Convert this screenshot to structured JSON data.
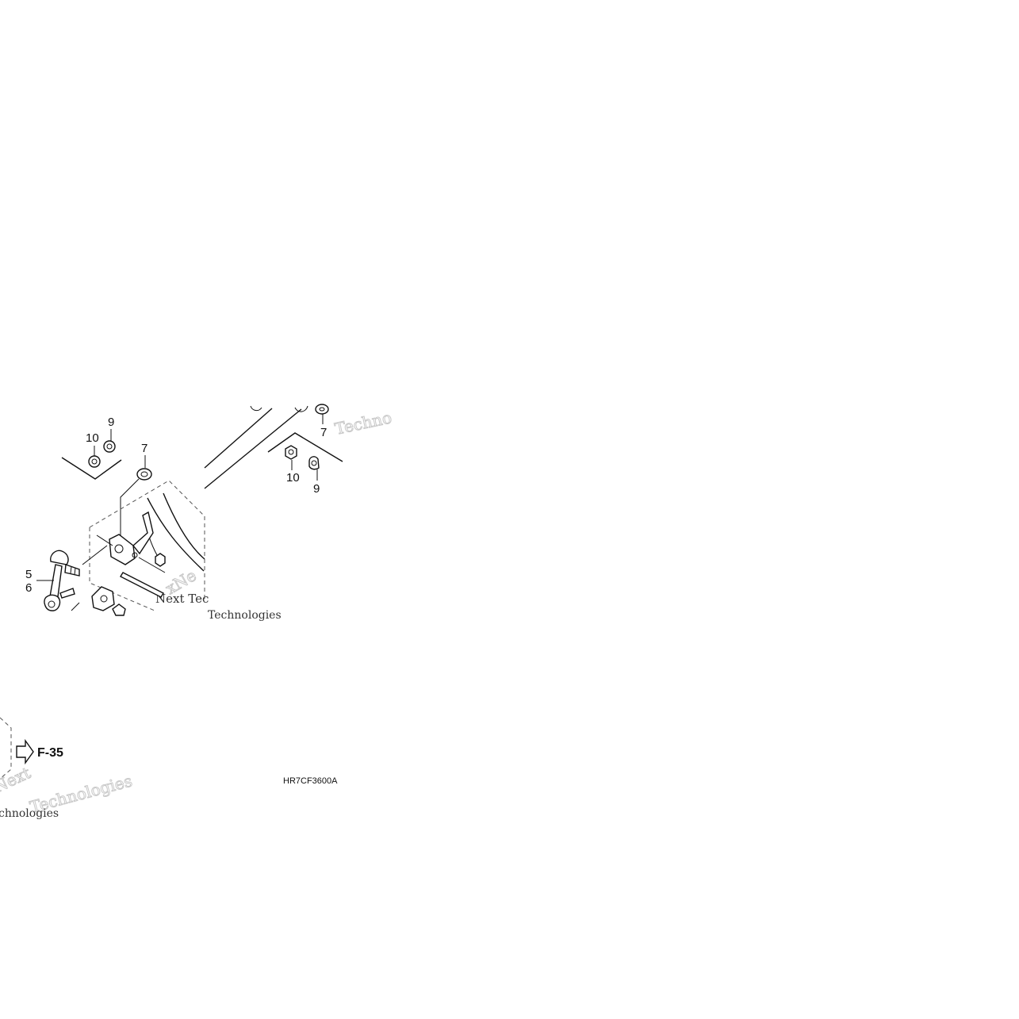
{
  "callouts": {
    "c10_left": "10",
    "c9_left": "9",
    "c7_left": "7",
    "c7_right": "7",
    "c10_right": "10",
    "c9_right": "9",
    "c5": "5",
    "c6": "6"
  },
  "reference": {
    "arrow_label": "F-35"
  },
  "drawing_code": "HR7CF3600A",
  "watermarks": {
    "w1": "Techno",
    "w2": "Next Tec",
    "w3": "Technologies",
    "w4": "xNe",
    "w5": "Next",
    "w6": "Technologies",
    "w7": "chnologies"
  }
}
